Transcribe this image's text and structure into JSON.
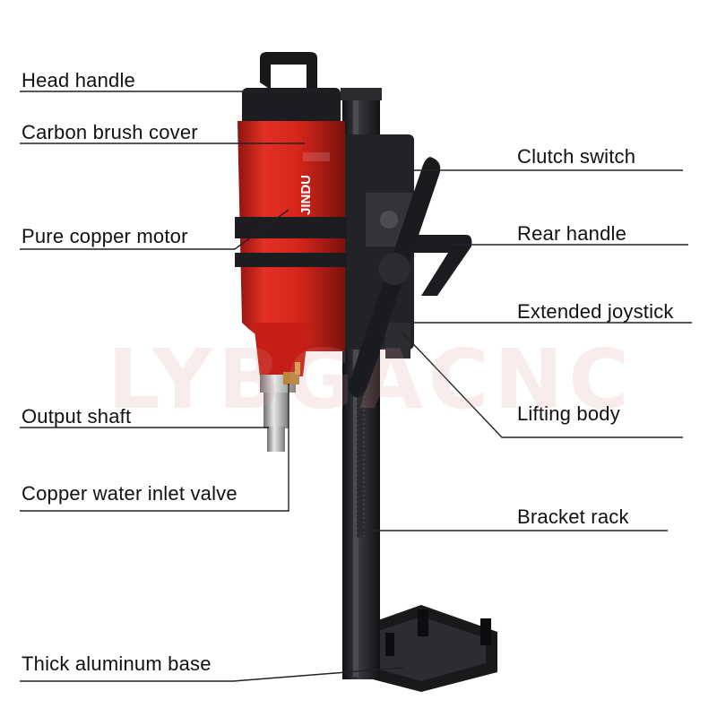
{
  "labels": {
    "head_handle": "Head handle",
    "carbon_brush_cover": "Carbon brush cover",
    "pure_copper_motor": "Pure copper motor",
    "output_shaft": "Output shaft",
    "copper_water_inlet_valve": "Copper water inlet valve",
    "thick_aluminum_base": "Thick aluminum base",
    "clutch_switch": "Clutch switch",
    "rear_handle": "Rear handle",
    "extended_joystick": "Extended joystick",
    "lifting_body": "Lifting body",
    "bracket_rack": "Bracket rack"
  },
  "brand_text": "JINDU",
  "watermark": "LYBGACNC",
  "colors": {
    "motor_red": "#d8261c",
    "dark_red": "#8e1410",
    "stand_black": "#1e1f22",
    "chrome": "#c8c8c8"
  }
}
